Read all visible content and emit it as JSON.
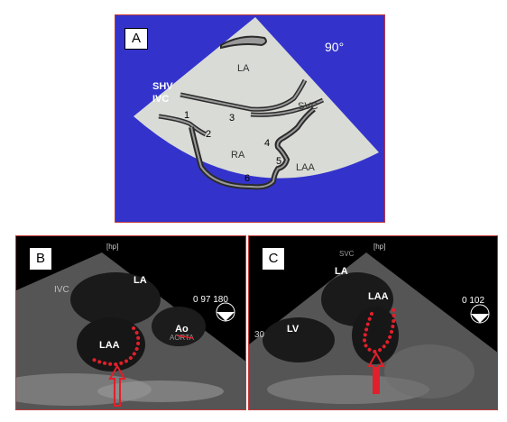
{
  "panel_a": {
    "letter": "A",
    "angle": "90°",
    "labels": {
      "la": "LA",
      "shv": "SHV",
      "ivc": "IVC",
      "svc": "SVC",
      "ra": "RA",
      "laa": "LAA",
      "n1": "1",
      "n2": "2",
      "n3": "3",
      "n4": "4",
      "n5": "5",
      "n6": "6"
    },
    "colors": {
      "background": "#3333cc",
      "sector": "#d9dbd6",
      "wall": "#2b2b2b",
      "border": "#c0393b"
    }
  },
  "panel_b": {
    "letter": "B",
    "labels": {
      "hp": "[hp]",
      "ivc": "IVC",
      "la": "LA",
      "laa": "LAA",
      "ao": "Ao",
      "aorta": "AORTA",
      "scale": "0  97  180"
    }
  },
  "panel_c": {
    "letter": "C",
    "labels": {
      "hp": "[hp]",
      "svc": "SVC",
      "la": "LA",
      "laa": "LAA",
      "lv": "LV",
      "num": "30",
      "scale": "0  102"
    }
  },
  "accent_color": "#e0202a"
}
